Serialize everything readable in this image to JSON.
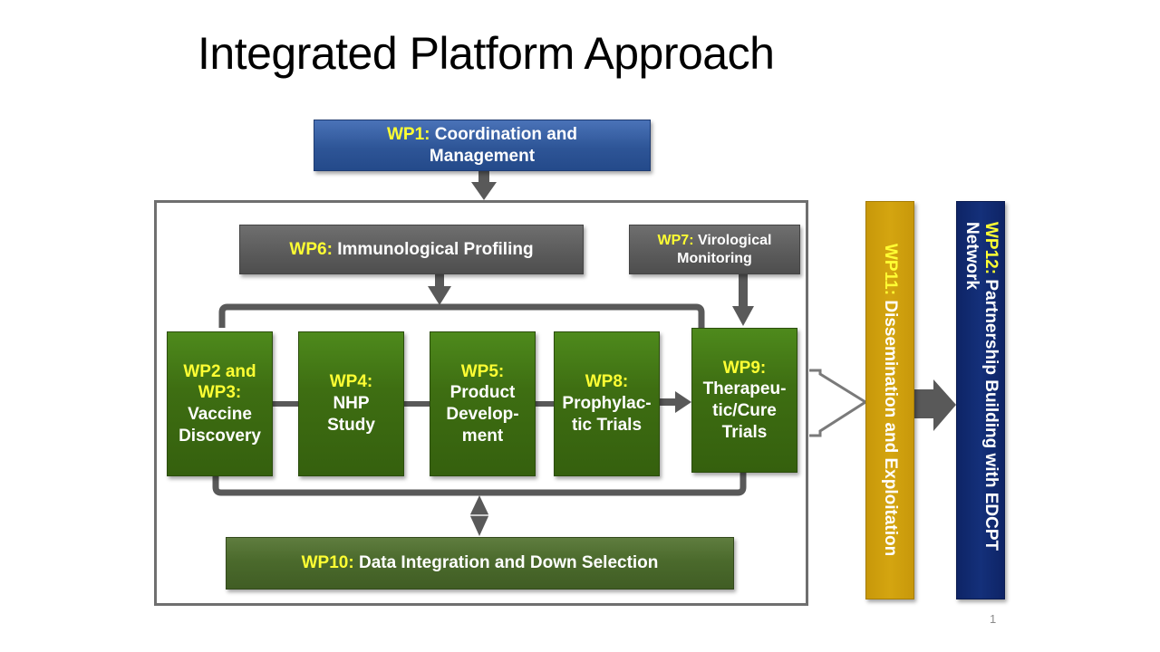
{
  "slide": {
    "title": "Integrated Platform Approach",
    "page_number": "1"
  },
  "work_packages": {
    "wp1": {
      "key": "WP1:",
      "text": "Coordination and Management"
    },
    "wp6": {
      "key": "WP6:",
      "text": "Immunological Profiling"
    },
    "wp7": {
      "key": "WP7:",
      "text": "Virological Monitoring"
    },
    "wp2_3": {
      "key": "WP2 and WP3:",
      "text": "Vaccine Discovery"
    },
    "wp4": {
      "key": "WP4:",
      "text": "NHP Study"
    },
    "wp5": {
      "key": "WP5:",
      "text": "Product Develop-ment"
    },
    "wp8": {
      "key": "WP8:",
      "text": "Prophylac-tic Trials"
    },
    "wp9": {
      "key": "WP9:",
      "text": "Therapeu-tic/Cure Trials"
    },
    "wp10": {
      "key": "WP10:",
      "text": "Data Integration and Down Selection"
    },
    "wp11": {
      "key": "WP11:",
      "text": "Dissemination and Exploitation"
    },
    "wp12": {
      "key": "WP12:",
      "text": "Partnership Building with EDCPT Network"
    }
  },
  "colors": {
    "key_label": "#ffff33",
    "wp1_fill": "#2e5597",
    "wp6_wp7_fill": "#5a5a5a",
    "pipeline_fill": "#3e6e12",
    "wp10_fill": "#4b6a2c",
    "wp11_fill": "#d4a510",
    "wp12_fill": "#14307a",
    "connector": "#595959"
  }
}
